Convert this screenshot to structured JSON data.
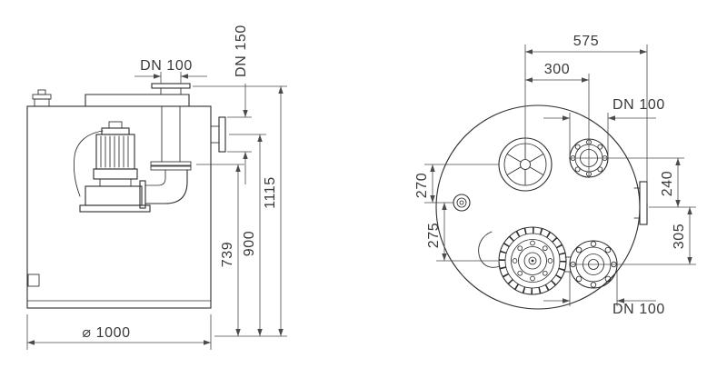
{
  "side_view": {
    "flange_top_label": "DN 100",
    "flange_side_label": "DN 150",
    "dim_total_height": "1115",
    "dim_height_900": "900",
    "dim_height_739": "739",
    "dim_diameter": "⌀ 1000"
  },
  "top_view": {
    "dim_575": "575",
    "dim_300": "300",
    "flange_top_label": "DN 100",
    "dim_270": "270",
    "dim_275": "275",
    "dim_240": "240",
    "dim_305": "305",
    "flange_bottom_label": "DN 100"
  },
  "colors": {
    "line": "#2c2c2c",
    "dim": "#4a4a4a",
    "text": "#3a3a3a",
    "background": "#ffffff"
  }
}
